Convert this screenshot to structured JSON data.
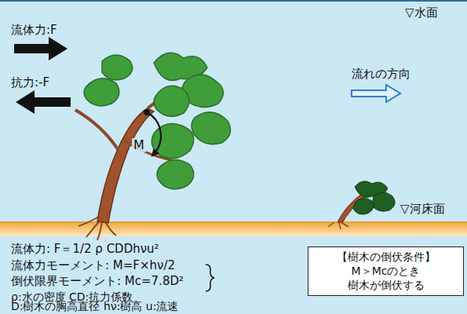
{
  "diagram": {
    "nodes": [
      {
        "text": [
          "【樹木の倒伏条件】",
          "M＞Mcのとき 樹木が倒伏する"
        ]
      }
    ],
    "labels": [
      "▽水面",
      "流体力:F",
      "抗力:-F",
      "流れの方向",
      "M",
      "▽河床面",
      "流体力: F＝1/2 ρ CDDhνu²",
      "流体力モーメント: M=F×hν/2",
      "倒伏限界モーメント: Mc=7.8D²",
      "ρ:水の密度 CD:抗力係数",
      "D:樹木の胸高直径 hν:樹高 u:流速"
    ]
  }
}
